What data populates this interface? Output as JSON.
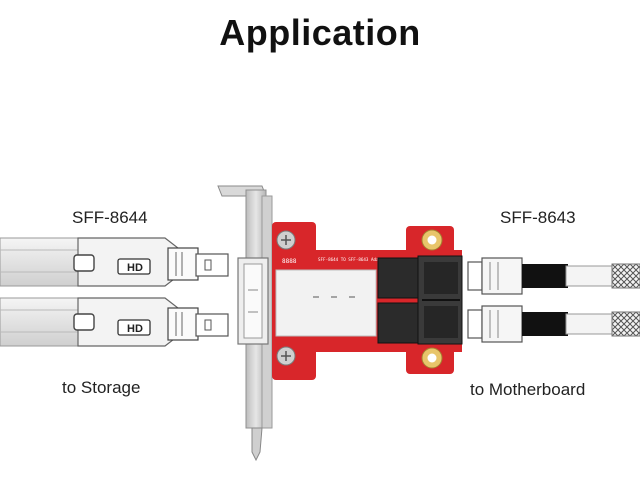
{
  "title": "Application",
  "left_connector": {
    "type": "SFF-8644",
    "caption": "to Storage",
    "plug_label": "HD"
  },
  "right_connector": {
    "type": "SFF-8643",
    "caption": "to Motherboard"
  },
  "pcb": {
    "silkscreen_left": "8888",
    "silkscreen_right": "SFF-8644 TO SFF-8643 Adapter V2"
  },
  "colors": {
    "pcb_red": "#d8262a",
    "bracket": "#c9c9c9",
    "cable": "#e9e9e9",
    "connector_black": "#2a2a2a"
  }
}
